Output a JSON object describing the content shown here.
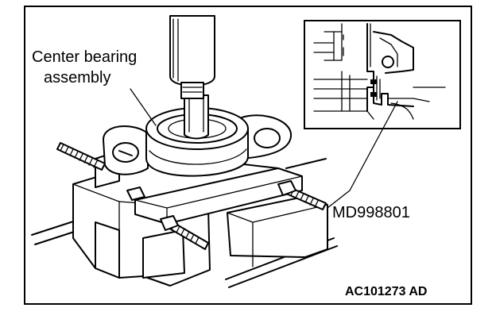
{
  "figure": {
    "label_center_bearing_line1": "Center bearing",
    "label_center_bearing_line2": "assembly",
    "label_tool": "MD998801",
    "figure_code": "AC101273 AD"
  }
}
